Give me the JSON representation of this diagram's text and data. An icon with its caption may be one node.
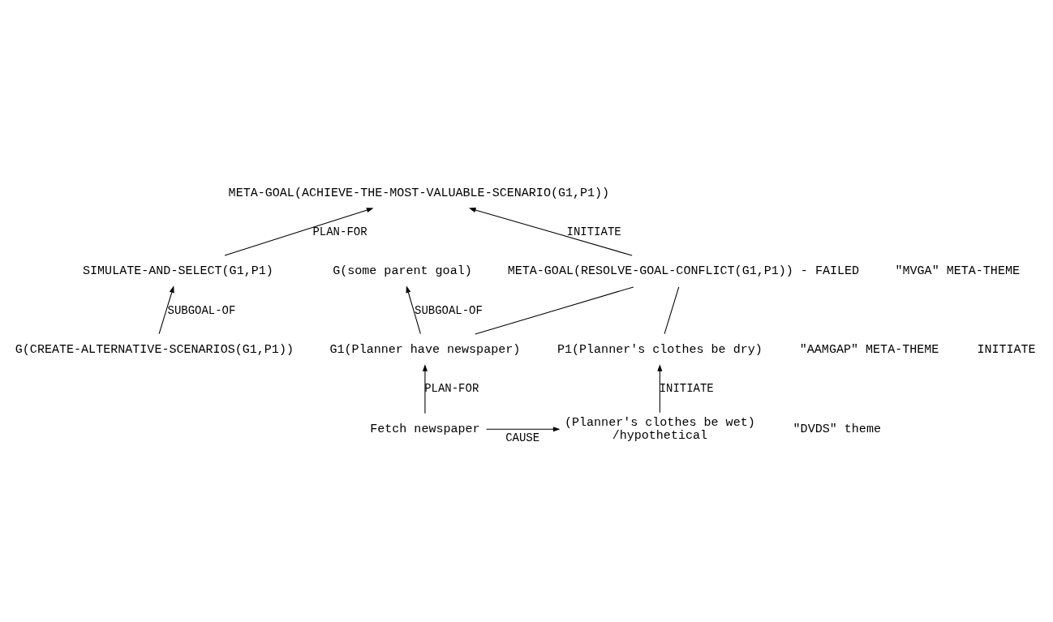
{
  "diagram": {
    "nodes": [
      {
        "text": [
          "META-GOAL(ACHIEVE-THE-MOST-VALUABLE-SCENARIO(G1,P1))"
        ]
      },
      {
        "text": [
          "SIMULATE-AND-SELECT(G1,P1)"
        ]
      },
      {
        "text": [
          "G(CREATE-ALTERNATIVE-SCENARIOS(G1,P1))"
        ]
      },
      {
        "text": [
          "META-GOAL(RESOLVE-GOAL-CONFLICT(G1,P1)) - FAILED"
        ]
      },
      {
        "text": [
          "G(some parent goal)"
        ]
      },
      {
        "text": [
          "G1(Planner have newspaper)"
        ]
      },
      {
        "text": [
          "P1(Planner's clothes be dry)"
        ]
      },
      {
        "text": [
          "Fetch newspaper"
        ]
      },
      {
        "text": [
          "(Planner's clothes be wet)"
        ],
        "beside": [
          "/hypothetical"
        ]
      }
    ],
    "edges": [
      {
        "from": 1,
        "to": 0,
        "arrow": "to",
        "label": "PLAN-FOR"
      },
      {
        "from": 2,
        "to": 1,
        "arrow": "to",
        "label": "SUBGOAL-OF"
      },
      {
        "from": 3,
        "to": 0,
        "arrow": "to",
        "label": "INITIATE"
      },
      {
        "from": 3,
        "to": 5,
        "arrow": "none"
      },
      {
        "from": 3,
        "to": 6,
        "arrow": "none"
      },
      {
        "from": 5,
        "to": 4,
        "arrow": "to",
        "label": "SUBGOAL-OF"
      },
      {
        "from": 7,
        "to": 5,
        "arrow": "to",
        "label": "PLAN-FOR"
      },
      {
        "from": 7,
        "to": 8,
        "arrow": "to",
        "label": "CAUSE"
      },
      {
        "from": 8,
        "to": 6,
        "arrow": "to",
        "label": "INITIATE"
      }
    ],
    "labels": [
      "\"MVGA\" META-THEME",
      "\"AAMGAP\" META-THEME",
      "INITIATE",
      "\"DVDS\" theme"
    ]
  }
}
